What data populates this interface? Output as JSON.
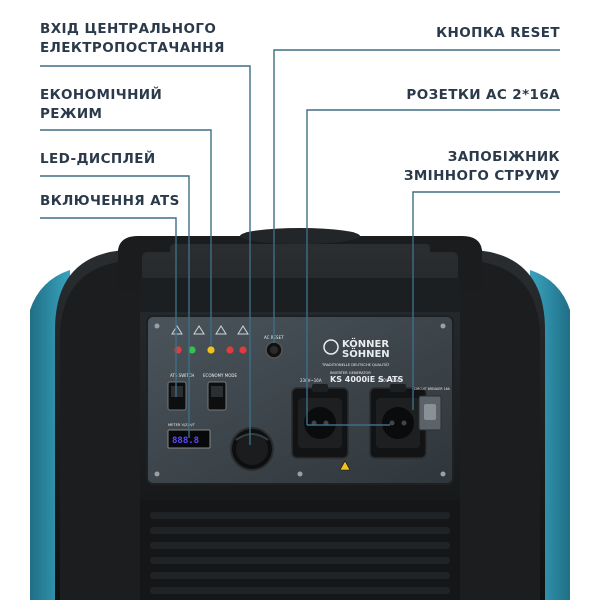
{
  "colors": {
    "leader_line": "#3d6e86",
    "label_text": "#2b3a4a",
    "accent_teal": "#2f8fa9",
    "body_black": "#141618",
    "panel_gray": "#3a4248",
    "led_red": "#e23b3b",
    "led_yellow": "#f2c21a",
    "led_green": "#33c24d",
    "display_digits": "#5b4bff"
  },
  "callouts": {
    "central_input": {
      "line1": "ВХІД ЦЕНТРАЛЬНОГО",
      "line2": "ЕЛЕКТРОПОСТАЧАННЯ"
    },
    "eco_mode": {
      "line1": "ЕКОНОМІЧНИЙ",
      "line2": "РЕЖИМ"
    },
    "led_display": {
      "line1": "LED-ДИСПЛЕЙ"
    },
    "ats_switch": {
      "line1": "ВКЛЮЧЕННЯ ATS"
    },
    "reset_button": {
      "line1": "КНОПКА RESET"
    },
    "ac_sockets": {
      "line1": "РОЗЕТКИ AC 2*16A"
    },
    "ac_fuse": {
      "line1": "ЗАПОБІЖНИК",
      "line2": "ЗМІННОГО СТРУМУ"
    }
  },
  "panel": {
    "brand_line1": "KÖNNER",
    "brand_line2": "SÖHNEN",
    "brand_tagline": "TRADITIONELLE DEUTSCHE QUALITÄT",
    "model_prefix": "INVERTER GENERATOR",
    "model": "KS 4000iE S ATS",
    "ats_switch_label": "ATS SWITCH",
    "eco_switch_label": "ECONOMY MODE",
    "reset_label": "AC RESET",
    "socket1_label": "230V~16A",
    "socket2_label": "230V~16A",
    "breaker_label": "CIRCUIT BREAKER 16A",
    "meter_label": "METER V/Z/H/T",
    "display_value": "888.8"
  }
}
